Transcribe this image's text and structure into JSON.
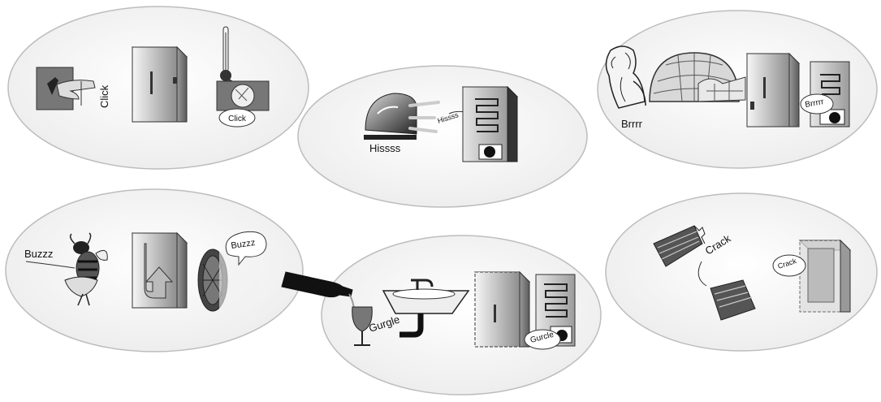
{
  "panels": {
    "click": {
      "sound": "Click",
      "bubble": "Click"
    },
    "hiss": {
      "sound": "Hissss",
      "bubble": "Hissss"
    },
    "brrr": {
      "sound": "Brrrr",
      "bubble": "Brrrrr"
    },
    "buzz": {
      "sound": "Buzzz",
      "bubble": "Buzzz"
    },
    "gurgle": {
      "sound": "Gurgle",
      "bubble": "Gurcle"
    },
    "crack": {
      "sound": "Crack",
      "bubble": "Crack"
    }
  },
  "colors": {
    "panel_fill": "#f4f4f4",
    "panel_stroke": "#bdbdbd",
    "dark": "#1a1a1a"
  }
}
